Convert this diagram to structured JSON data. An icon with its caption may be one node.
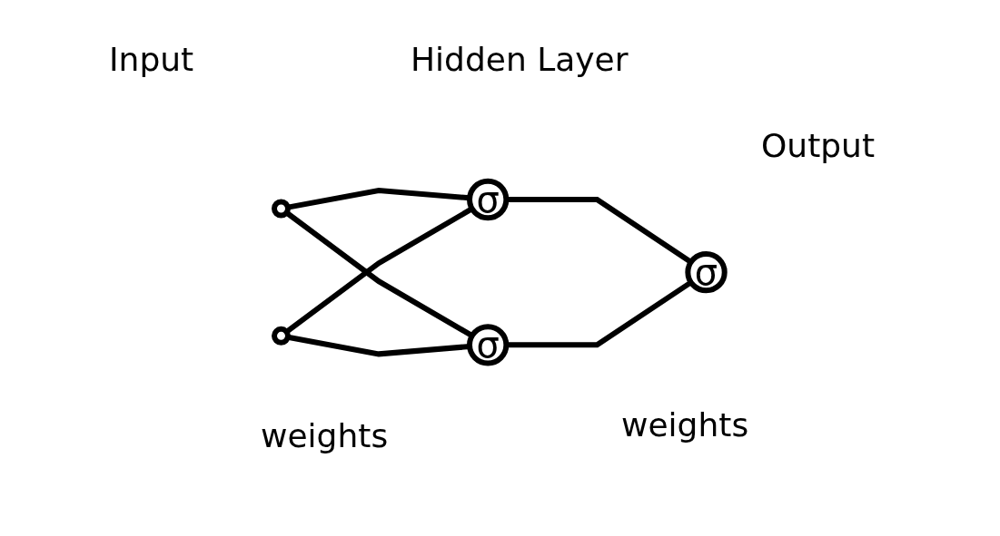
{
  "diagram": {
    "nodes": [
      {
        "text": [],
        "shape": "circle"
      },
      {
        "text": [],
        "shape": "circle"
      },
      {
        "text": [
          "σ"
        ]
      },
      {
        "text": [
          "σ"
        ]
      },
      {
        "text": [
          "σ"
        ]
      }
    ],
    "edges": [
      {
        "from": 0,
        "to": 2,
        "arrow": "none"
      },
      {
        "from": 0,
        "to": 3,
        "arrow": "none"
      },
      {
        "from": 1,
        "to": 2,
        "arrow": "none"
      },
      {
        "from": 1,
        "to": 3,
        "arrow": "none"
      },
      {
        "from": 2,
        "to": 4,
        "arrow": "none"
      },
      {
        "from": 3,
        "to": 4,
        "arrow": "none"
      }
    ],
    "labels": [
      "Input",
      "Hidden Layer",
      "Output",
      "weights",
      "weights"
    ]
  }
}
